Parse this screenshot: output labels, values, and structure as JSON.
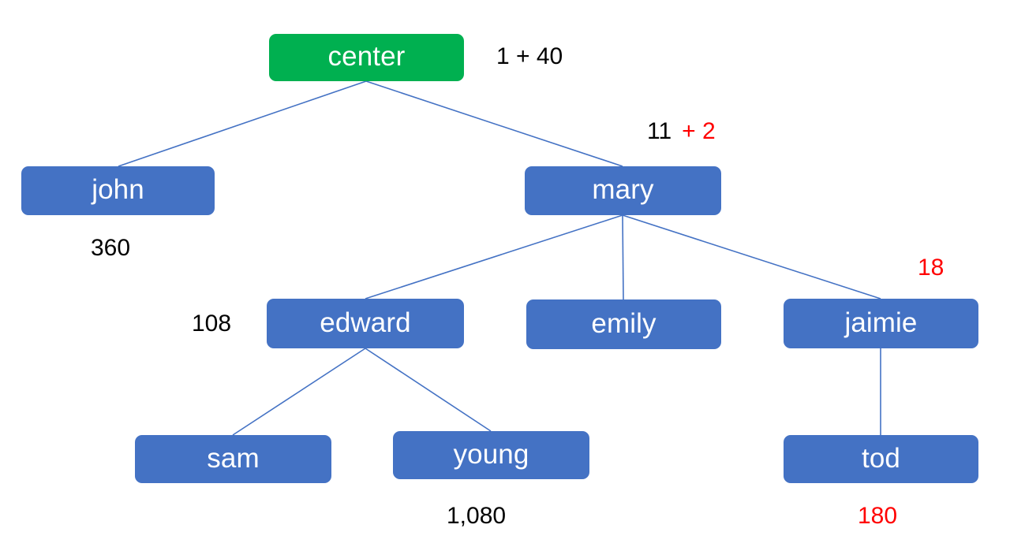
{
  "diagram": {
    "title": "organization tree with numeric annotations",
    "background_color": "#FFFFFF",
    "colors": {
      "root_node": "#00B050",
      "node": "#4472C4",
      "edge": "#4472C4",
      "node_text": "#FFFFFF",
      "label_black": "#000000",
      "label_red": "#FF0000"
    },
    "nodes": [
      {
        "id": "center",
        "label": "center",
        "kind": "root",
        "color": "#00B050"
      },
      {
        "id": "john",
        "label": "john",
        "kind": "child",
        "color": "#4472C4"
      },
      {
        "id": "mary",
        "label": "mary",
        "kind": "child",
        "color": "#4472C4"
      },
      {
        "id": "edward",
        "label": "edward",
        "kind": "child",
        "color": "#4472C4"
      },
      {
        "id": "emily",
        "label": "emily",
        "kind": "child",
        "color": "#4472C4"
      },
      {
        "id": "jaimie",
        "label": "jaimie",
        "kind": "child",
        "color": "#4472C4"
      },
      {
        "id": "sam",
        "label": "sam",
        "kind": "child",
        "color": "#4472C4"
      },
      {
        "id": "young",
        "label": "young",
        "kind": "child",
        "color": "#4472C4"
      },
      {
        "id": "tod",
        "label": "tod",
        "kind": "child",
        "color": "#4472C4"
      }
    ],
    "edges": [
      {
        "from": "center",
        "to": "john"
      },
      {
        "from": "center",
        "to": "mary"
      },
      {
        "from": "mary",
        "to": "edward"
      },
      {
        "from": "mary",
        "to": "emily"
      },
      {
        "from": "mary",
        "to": "jaimie"
      },
      {
        "from": "edward",
        "to": "sam"
      },
      {
        "from": "edward",
        "to": "young"
      },
      {
        "from": "jaimie",
        "to": "tod"
      }
    ],
    "annotations": [
      {
        "id": "center-annotation",
        "node": "center",
        "text": "1 + 40",
        "color": "#000000",
        "position": "right"
      },
      {
        "id": "mary-annotation",
        "node": "mary",
        "text": "11 + 2",
        "parts": [
          {
            "text": "11",
            "color": "#000000"
          },
          {
            "text": "+ 2",
            "color": "#FF0000"
          }
        ],
        "position": "above-right"
      },
      {
        "id": "john-annotation",
        "node": "john",
        "text": "360",
        "color": "#000000",
        "position": "below"
      },
      {
        "id": "edward-annotation",
        "node": "edward",
        "text": "108",
        "color": "#000000",
        "position": "left"
      },
      {
        "id": "jaimie-annotation",
        "node": "jaimie",
        "text": "18",
        "color": "#FF0000",
        "position": "above-right"
      },
      {
        "id": "young-annotation",
        "node": "young",
        "text": "1,080",
        "color": "#000000",
        "position": "below"
      },
      {
        "id": "tod-annotation",
        "node": "tod",
        "text": "180",
        "color": "#FF0000",
        "position": "below"
      }
    ]
  }
}
